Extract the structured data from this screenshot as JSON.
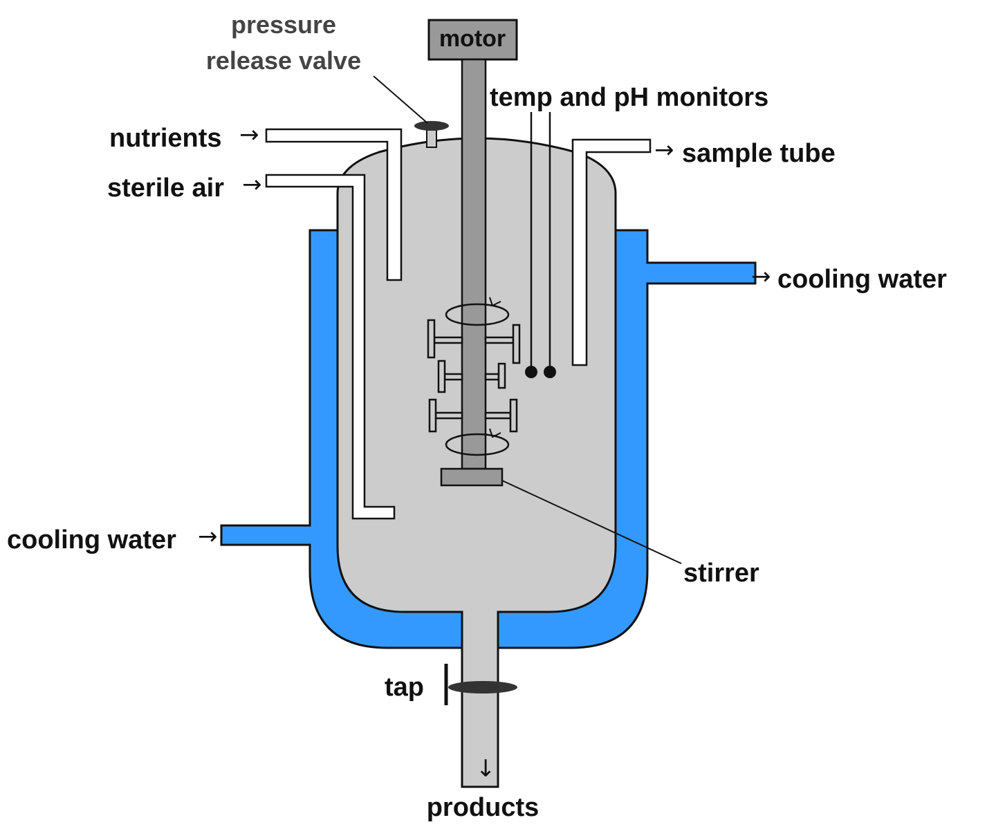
{
  "labels": {
    "motor": "motor",
    "pressure_valve_line1": "pressure",
    "pressure_valve_line2": "release valve",
    "temp_ph": "temp and pH monitors",
    "nutrients": "nutrients",
    "sterile_air": "sterile air",
    "sample_tube": "sample tube",
    "cooling_water_out": "cooling water",
    "cooling_water_in": "cooling water",
    "stirrer": "stirrer",
    "tap": "tap",
    "products": "products"
  },
  "arrows": {
    "right": "→",
    "down": "↓"
  },
  "colors": {
    "water": "#3399ff",
    "vessel": "#cccccc",
    "shaft": "#999999",
    "outline": "#111111",
    "valve": "#333333"
  }
}
